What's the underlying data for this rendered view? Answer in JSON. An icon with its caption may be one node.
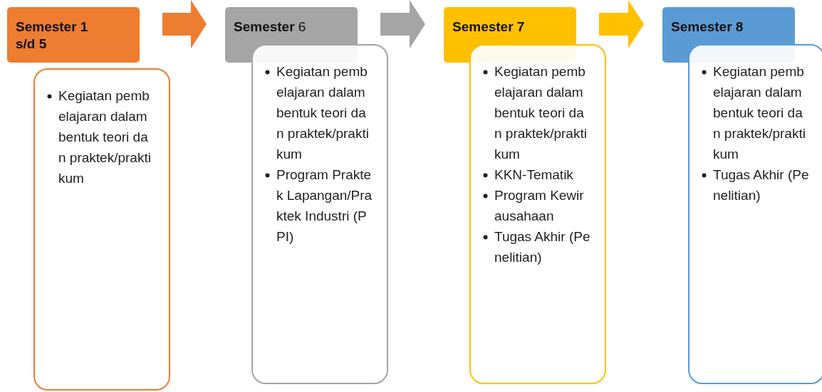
{
  "diagram": {
    "nodes": [
      {
        "text": [
          "Semester 1 s/d 5"
        ]
      },
      {
        "text": [
          "Kegiatan pembelajaran dalam bentuk teori dan praktek/praktikum"
        ]
      },
      {
        "text": [
          "**Semester** 6"
        ]
      },
      {
        "text": [
          "Kegiatan pembelajaran dalam bentuk teori dan praktek/praktikum",
          "Program Praktek Lapangan/Praktek Industri (PPI)"
        ]
      },
      {
        "text": [
          "Semester 7"
        ]
      },
      {
        "text": [
          "Kegiatan pembelajaran dalam bentuk teori dan praktek/praktikum",
          "KKN-Tematik",
          "Program Kewirausahaan",
          "Tugas Akhir (Penelitian)"
        ]
      },
      {
        "text": [
          "Semester 8"
        ]
      },
      {
        "text": [
          "Kegiatan pembelajaran dalam bentuk teori dan praktek/praktikum",
          "Tugas Akhir (Penelitian)"
        ]
      }
    ],
    "edges": [
      {
        "from": 0,
        "to": 2,
        "arrow": "to",
        "style": "thick",
        "color": "#ed7d31"
      },
      {
        "from": 2,
        "to": 4,
        "arrow": "to",
        "style": "thick",
        "color": "#a5a5a5"
      },
      {
        "from": 4,
        "to": 6,
        "arrow": "to",
        "style": "thick",
        "color": "#ffc000"
      }
    ]
  }
}
